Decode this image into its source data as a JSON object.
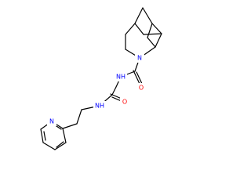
{
  "molecule": {
    "atoms": {
      "n_ring": {
        "symbol": "N",
        "color": "#0000FF"
      },
      "o_urea": {
        "symbol": "O",
        "color": "#FF0000"
      },
      "nh_urea": {
        "symbol": "NH",
        "color": "#0000FF"
      },
      "o_amide": {
        "symbol": "O",
        "color": "#FF0000"
      },
      "nh_amide": {
        "symbol": "NH",
        "color": "#0000FF"
      },
      "n_pyridine": {
        "symbol": "N",
        "color": "#0000FF"
      }
    },
    "bond_color": "#000000",
    "background": "#ffffff"
  }
}
